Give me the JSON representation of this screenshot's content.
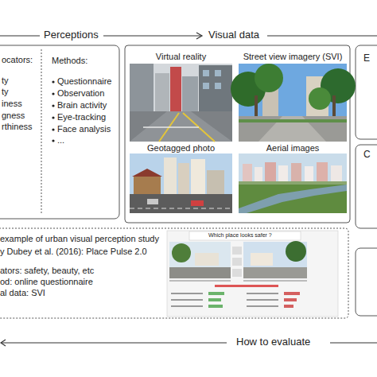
{
  "diagram": {
    "nodes": [
      {
        "text": [
          "Perceptions",
          "ocators:",
          "ty",
          "ty",
          "iness",
          "gness",
          "rthiness",
          "Methods:",
          "Questionnaire",
          "Observation",
          "Brain activity",
          "Eye-tracking",
          "Face analysis",
          "..."
        ]
      },
      {
        "text": [
          "Visual data"
        ]
      },
      {
        "text": [
          "Virtual reality"
        ],
        "in": 1
      },
      {
        "text": [
          "Street view imagery (SVI)"
        ],
        "in": 1
      },
      {
        "text": [
          "Geotagged photo"
        ],
        "in": 1
      },
      {
        "text": [
          "Aerial images"
        ],
        "in": 1
      },
      {
        "text": [
          "E"
        ]
      },
      {
        "text": [
          "C"
        ]
      },
      {
        "text": [
          "example of urban visual perception study",
          "y Dubey et al. (2016): Place Pulse 2.0",
          "ators: safety, beauty, etc",
          "od: online questionnaire",
          "al data: SVI"
        ]
      }
    ],
    "labels": [
      "How to evaluate",
      "Which place looks safer ?"
    ]
  }
}
